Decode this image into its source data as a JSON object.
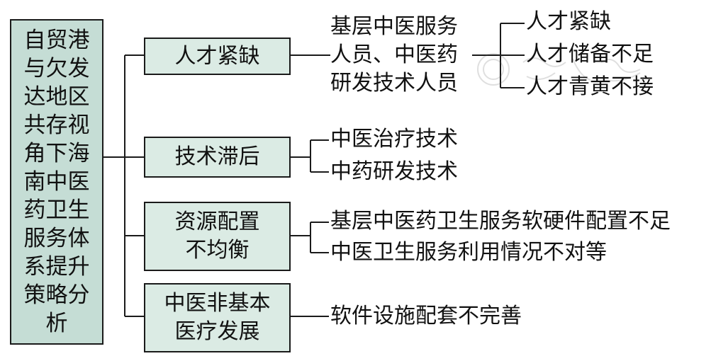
{
  "root": {
    "label": "自贸港与欠发达地区共存视角下海南中医药卫生服务体系提升策略分析"
  },
  "branches": [
    {
      "label": "人才紧缺",
      "detail": "基层中医服务\n人员、中医药\n研发技术人员",
      "leaves": [
        "人才紧缺",
        "人才储备不足",
        "人才青黄不接"
      ]
    },
    {
      "label": "技术滞后",
      "leaves": [
        "中医治疗技术",
        "中药研发技术"
      ]
    },
    {
      "label": "资源配置\n不均衡",
      "leaves": [
        "基层中医药卫生服务软硬件配置不足",
        "中医卫生服务利用情况不对等"
      ]
    },
    {
      "label": "中医非基本\n医疗发展",
      "leaves": [
        "软件设施配套不完善"
      ]
    }
  ],
  "colors": {
    "root_fill": "#c5ddd5",
    "box_fill": "#dbebe4",
    "line": "#1a1a1a"
  }
}
